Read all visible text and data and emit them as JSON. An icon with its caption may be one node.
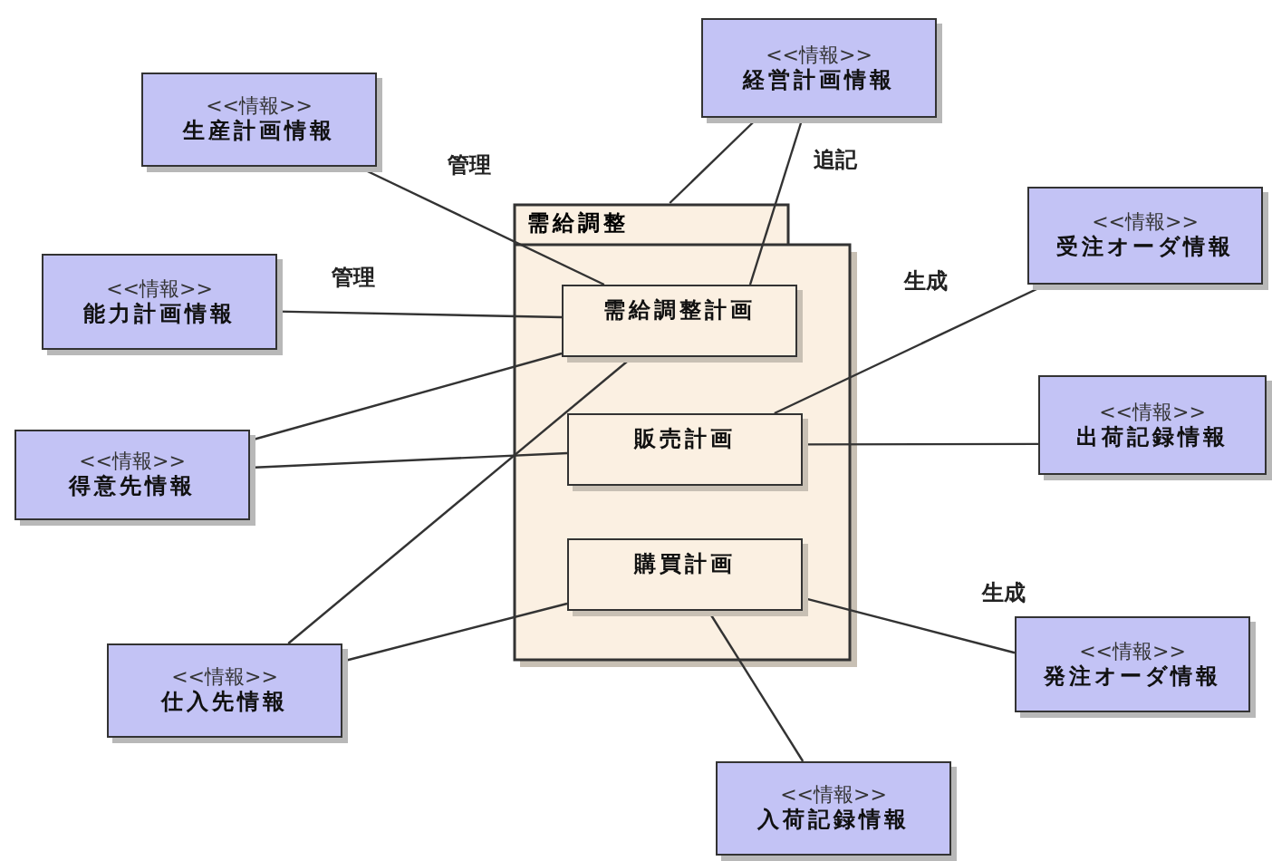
{
  "diagram": {
    "nodes": [
      {
        "text": [
          "需給調整"
        ]
      },
      {
        "text": [
          "需給調整計画"
        ],
        "in": 0
      },
      {
        "text": [
          "販売計画"
        ],
        "in": 0
      },
      {
        "text": [
          "購買計画"
        ],
        "in": 0
      },
      {
        "text": [
          "<<情報>>",
          "生産計画情報"
        ]
      },
      {
        "text": [
          "<<情報>>",
          "経営計画情報"
        ]
      },
      {
        "text": [
          "<<情報>>",
          "能力計画情報"
        ]
      },
      {
        "text": [
          "<<情報>>",
          "受注オーダ情報"
        ]
      },
      {
        "text": [
          "<<情報>>",
          "得意先情報"
        ]
      },
      {
        "text": [
          "<<情報>>",
          "出荷記録情報"
        ]
      },
      {
        "text": [
          "<<情報>>",
          "仕入先情報"
        ]
      },
      {
        "text": [
          "<<情報>>",
          "発注オーダ情報"
        ]
      },
      {
        "text": [
          "<<情報>>",
          "入荷記録情報"
        ]
      }
    ],
    "edges": [
      {
        "from": 4,
        "to": 1,
        "arrow": "none",
        "label": "管理"
      },
      {
        "from": 6,
        "to": 1,
        "arrow": "none",
        "label": "管理"
      },
      {
        "from": 5,
        "to": 0,
        "arrow": "none"
      },
      {
        "from": 5,
        "to": 1,
        "arrow": "none",
        "label": "追記"
      },
      {
        "from": 7,
        "to": 2,
        "arrow": "none",
        "label": "生成"
      },
      {
        "from": 8,
        "to": 1,
        "arrow": "none"
      },
      {
        "from": 8,
        "to": 2,
        "arrow": "none"
      },
      {
        "from": 10,
        "to": 1,
        "arrow": "none"
      },
      {
        "from": 10,
        "to": 3,
        "arrow": "none"
      },
      {
        "from": 9,
        "to": 2,
        "arrow": "none"
      },
      {
        "from": 11,
        "to": 3,
        "arrow": "none",
        "label": "生成"
      },
      {
        "from": 12,
        "to": 3,
        "arrow": "none"
      }
    ]
  }
}
